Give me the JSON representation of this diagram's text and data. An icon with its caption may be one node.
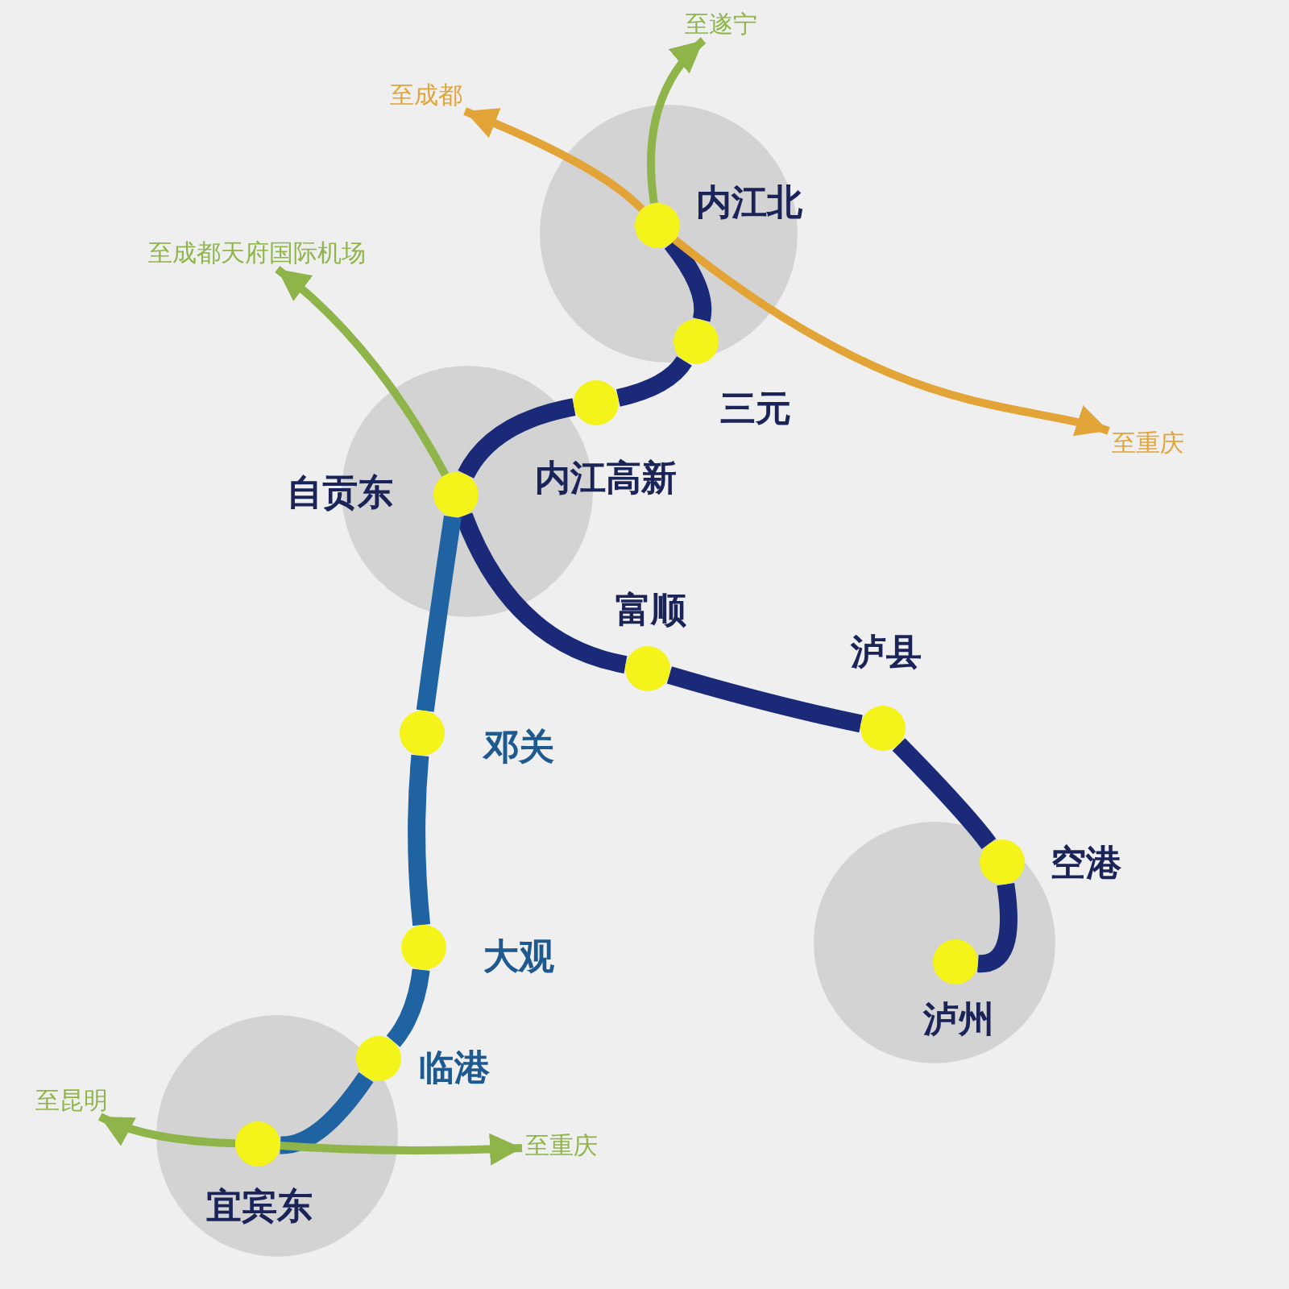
{
  "diagram": {
    "nodes": [
      {
        "text": [],
        "shape": "circle",
        "beside": [
          "内江北"
        ]
      },
      {
        "text": [],
        "shape": "circle",
        "beside": [
          "三元"
        ]
      },
      {
        "text": [],
        "shape": "circle",
        "beside": [
          "内江高新"
        ]
      },
      {
        "text": [],
        "shape": "circle",
        "beside": [
          "自贡东"
        ]
      },
      {
        "text": [],
        "shape": "circle",
        "beside": [
          "富顺"
        ]
      },
      {
        "text": [],
        "shape": "circle",
        "beside": [
          "泸县"
        ]
      },
      {
        "text": [],
        "shape": "circle",
        "beside": [
          "空港"
        ]
      },
      {
        "text": [],
        "shape": "circle",
        "beside": [
          "泸州"
        ]
      },
      {
        "text": [],
        "shape": "circle",
        "beside": [
          "邓关"
        ]
      },
      {
        "text": [],
        "shape": "circle",
        "beside": [
          "大观"
        ]
      },
      {
        "text": [],
        "shape": "circle",
        "beside": [
          "临港"
        ]
      },
      {
        "text": [],
        "shape": "circle",
        "beside": [
          "宜宾东"
        ]
      },
      {
        "text": [
          "至成都"
        ]
      },
      {
        "text": [
          "至遂宁"
        ]
      },
      {
        "text": [
          "至成都天府国际机场"
        ]
      },
      {
        "text": [
          "至重庆"
        ]
      },
      {
        "text": [
          "至昆明"
        ]
      },
      {
        "text": [
          "至重庆"
        ]
      }
    ],
    "edges": [
      {
        "from": 0,
        "to": 1,
        "arrow": "none"
      },
      {
        "from": 1,
        "to": 2,
        "arrow": "none"
      },
      {
        "from": 2,
        "to": 3,
        "arrow": "none"
      },
      {
        "from": 3,
        "to": 4,
        "arrow": "none"
      },
      {
        "from": 4,
        "to": 5,
        "arrow": "none"
      },
      {
        "from": 5,
        "to": 6,
        "arrow": "none"
      },
      {
        "from": 6,
        "to": 7,
        "arrow": "none"
      },
      {
        "from": 3,
        "to": 8,
        "arrow": "none",
        "color": "#1f63a3"
      },
      {
        "from": 8,
        "to": 9,
        "arrow": "none",
        "color": "#1f63a3"
      },
      {
        "from": 9,
        "to": 10,
        "arrow": "none",
        "color": "#1f63a3"
      },
      {
        "from": 10,
        "to": 11,
        "arrow": "none",
        "color": "#1f63a3"
      },
      {
        "from": 0,
        "to": 12,
        "arrow": "to",
        "color": "#e3a437"
      },
      {
        "from": 0,
        "to": 13,
        "arrow": "to",
        "color": "#8fb54a"
      },
      {
        "from": 3,
        "to": 14,
        "arrow": "to",
        "color": "#8fb54a"
      },
      {
        "from": 0,
        "to": 15,
        "arrow": "to",
        "color": "#e3a437"
      },
      {
        "from": 11,
        "to": 16,
        "arrow": "to",
        "color": "#8fb54a"
      },
      {
        "from": 11,
        "to": 17,
        "arrow": "to",
        "color": "#8fb54a"
      }
    ]
  }
}
